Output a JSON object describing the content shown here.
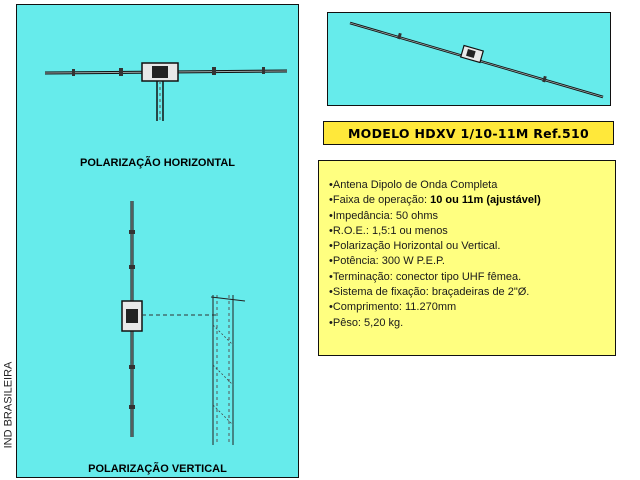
{
  "side_label": "IND BRASILEIRA",
  "left_panel": {
    "horizontal_caption": "POLARIZAÇÃO HORIZONTAL",
    "vertical_caption": "POLARIZAÇÃO VERTICAL"
  },
  "title": "MODELO HDXV 1/10-11M Ref.510",
  "specs": [
    {
      "text": "Antena Dipolo de Onda Completa",
      "bold": ""
    },
    {
      "text": "Faixa de operação: ",
      "bold": "10 ou 11m (ajustável)"
    },
    {
      "text": "Impedância: 50 ohms",
      "bold": ""
    },
    {
      "text": "R.O.E.: 1,5:1 ou menos",
      "bold": ""
    },
    {
      "text": "Polarização Horizontal ou Vertical.",
      "bold": ""
    },
    {
      "text": "Potência: 300 W P.E.P.",
      "bold": ""
    },
    {
      "text": "Terminação: conector tipo UHF fêmea.",
      "bold": ""
    },
    {
      "text": "Sistema de fixação: braçadeiras de 2\"Ø.",
      "bold": ""
    },
    {
      "text": "Comprimento: 11.270mm",
      "bold": ""
    },
    {
      "text": "Pêso: 5,20 kg.",
      "bold": ""
    }
  ],
  "colors": {
    "panel": "#66ebeb",
    "title_bg": "#ffe83a",
    "spec_bg": "#ffff80"
  }
}
